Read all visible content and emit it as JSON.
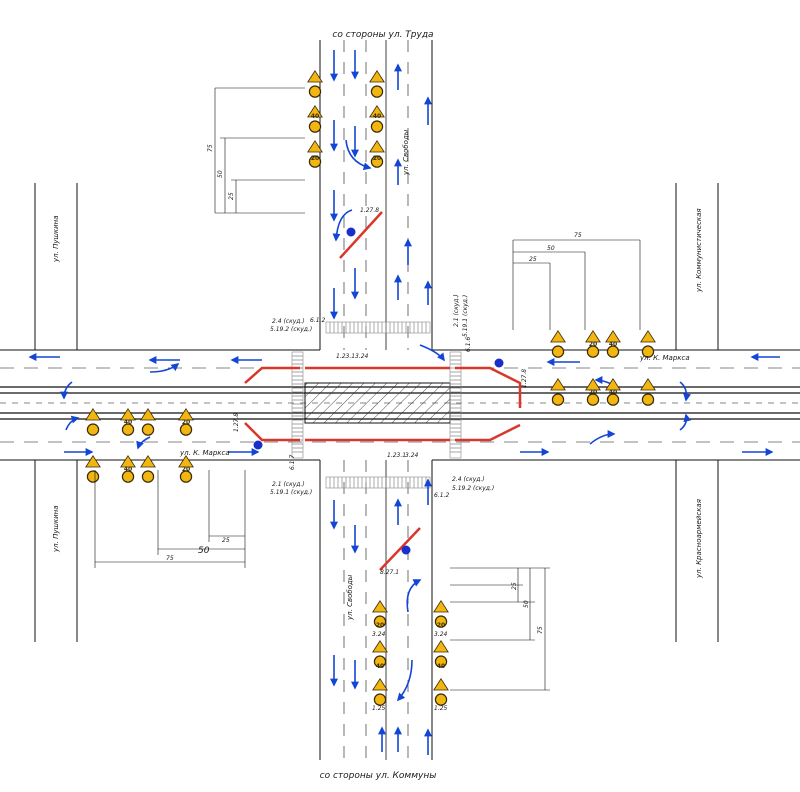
{
  "directions": {
    "north": "со стороны ул. Труда",
    "south": "со стороны ул. Коммуны"
  },
  "streets": {
    "svobody_north": "ул. Свободы",
    "svobody_south": "ул. Свободы",
    "pushkina_north": "ул. Пушкина",
    "pushkina_south": "ул. Пушкина",
    "karla_marksa_east": "ул. К. Маркса",
    "karla_marksa_west": "ул. К. Маркса",
    "kommunisticheskaya": "ул. Коммунистическая",
    "krasnoarmeyskaya": "ул. Красноармейская"
  },
  "markings": {
    "m_1_27_north": "1.27.8",
    "m_1_27_south": "8.27.1",
    "m_1_27_west": "1.27.8",
    "m_1_27_east": "1.27.8",
    "m_1_23_top": "1.23.1",
    "m_1_24_top": "3.24",
    "m_1_23_bot": "1.23.1",
    "m_1_24_bot": "3.24"
  },
  "sign_labels": {
    "nw_upper": "2.4 (скуд.)",
    "nw_lower": "5.19.2 (скуд.)",
    "nw_post": "6.1.2",
    "ne_upper": "2.1 (скуд.)",
    "ne_lower": "5.19.1 (скуд.)",
    "ne_post": "6.1.6",
    "sw_upper": "2.1 (скуд.)",
    "sw_lower": "5.19.1 (скуд.)",
    "sw_post": "6.1.7",
    "se_upper": "2.4 (скуд.)",
    "se_lower": "5.19.2 (скуд.)",
    "se_post": "6.1.2"
  },
  "sign_codes": {
    "c1": "1.25",
    "c2": "3.24",
    "c3": "1.25",
    "c4": "3.24"
  },
  "speed_limits": [
    "40",
    "20"
  ],
  "dimensions": {
    "north_75": "75",
    "north_50": "50",
    "north_25": "25",
    "east_75": "75",
    "east_50": "50",
    "east_25": "25",
    "west_75": "75",
    "west_50": "50",
    "west_25": "25",
    "south_75": "75",
    "south_50": "50",
    "south_25": "25"
  },
  "colors": {
    "road_line": "#111111",
    "arrow": "#1446d6",
    "barrier": "#d9372b",
    "sign_fill": "#f2b612",
    "sign_edge": "#3a2a05"
  }
}
